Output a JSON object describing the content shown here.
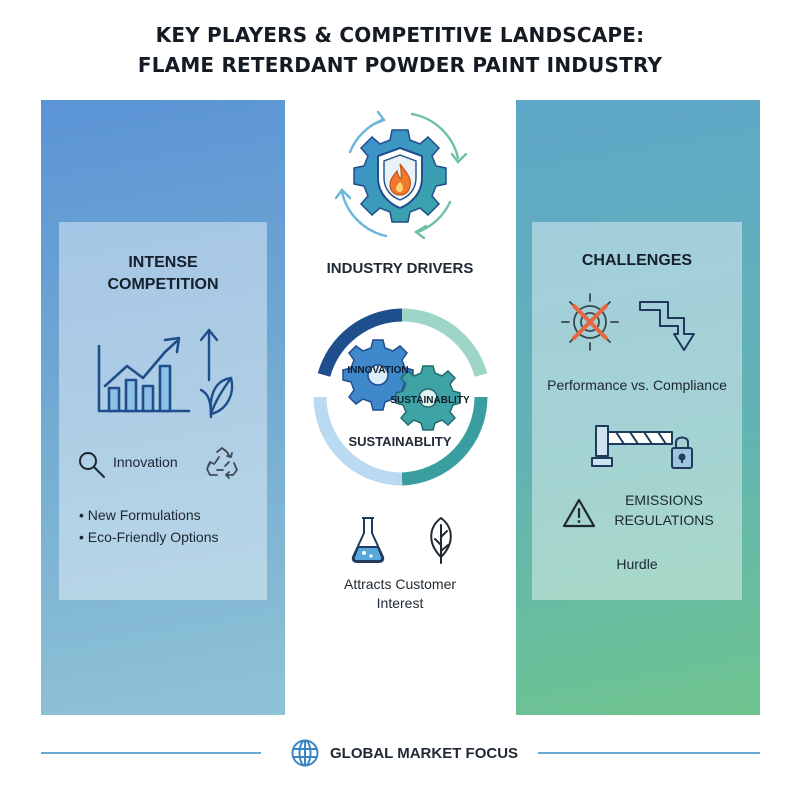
{
  "title": {
    "line1": "KEY PLAYERS & COMPETITIVE LANDSCAPE:",
    "line2": "FLAME RETERDANT POWDER PAINT INDUSTRY"
  },
  "left_panel": {
    "heading_line1": "INTENSE",
    "heading_line2": "COMPETITION",
    "innovation_label": "Innovation",
    "bullets": [
      "• New Formulations",
      "• Eco-Friendly Options"
    ]
  },
  "center": {
    "drivers_label": "INDUSTRY DRIVERS",
    "gear_label_innovation": "INNOVATION",
    "gear_label_sustainability": "SUSTAINABLITY",
    "ring_label": "SUSTAINABLITY",
    "attracts_line1": "Attracts Customer",
    "attracts_line2": "Interest"
  },
  "right_panel": {
    "heading": "CHALLENGES",
    "performance_label": "Performance vs. Compliance",
    "emissions_line1": "EMISSIONS",
    "emissions_line2": "REGULATIONS",
    "hurdle_label": "Hurdle"
  },
  "footer": {
    "label": "GLOBAL MARKET FOCUS"
  },
  "icons": {
    "refresh_gear_shield_flame": "refresh-gear-shield-flame-icon",
    "gears": "gears-icon",
    "bar_chart": "bar-chart-growth-icon",
    "leaf": "leaf-icon",
    "search": "search-icon",
    "recycle": "recycle-icon",
    "flask": "flask-icon",
    "prohibited_target": "prohibited-target-icon",
    "down_arrow": "step-down-arrow-icon",
    "barrier_lock": "barrier-lock-icon",
    "warning": "warning-icon",
    "globe": "globe-icon"
  },
  "colors": {
    "left_panel": "#5b94d6",
    "right_panel": "#62b3b4",
    "accent_blue": "#1f4e8c",
    "accent_teal": "#3a9ea0",
    "flame_orange": "#f07a2c",
    "prohibited_red": "#e8673f"
  }
}
